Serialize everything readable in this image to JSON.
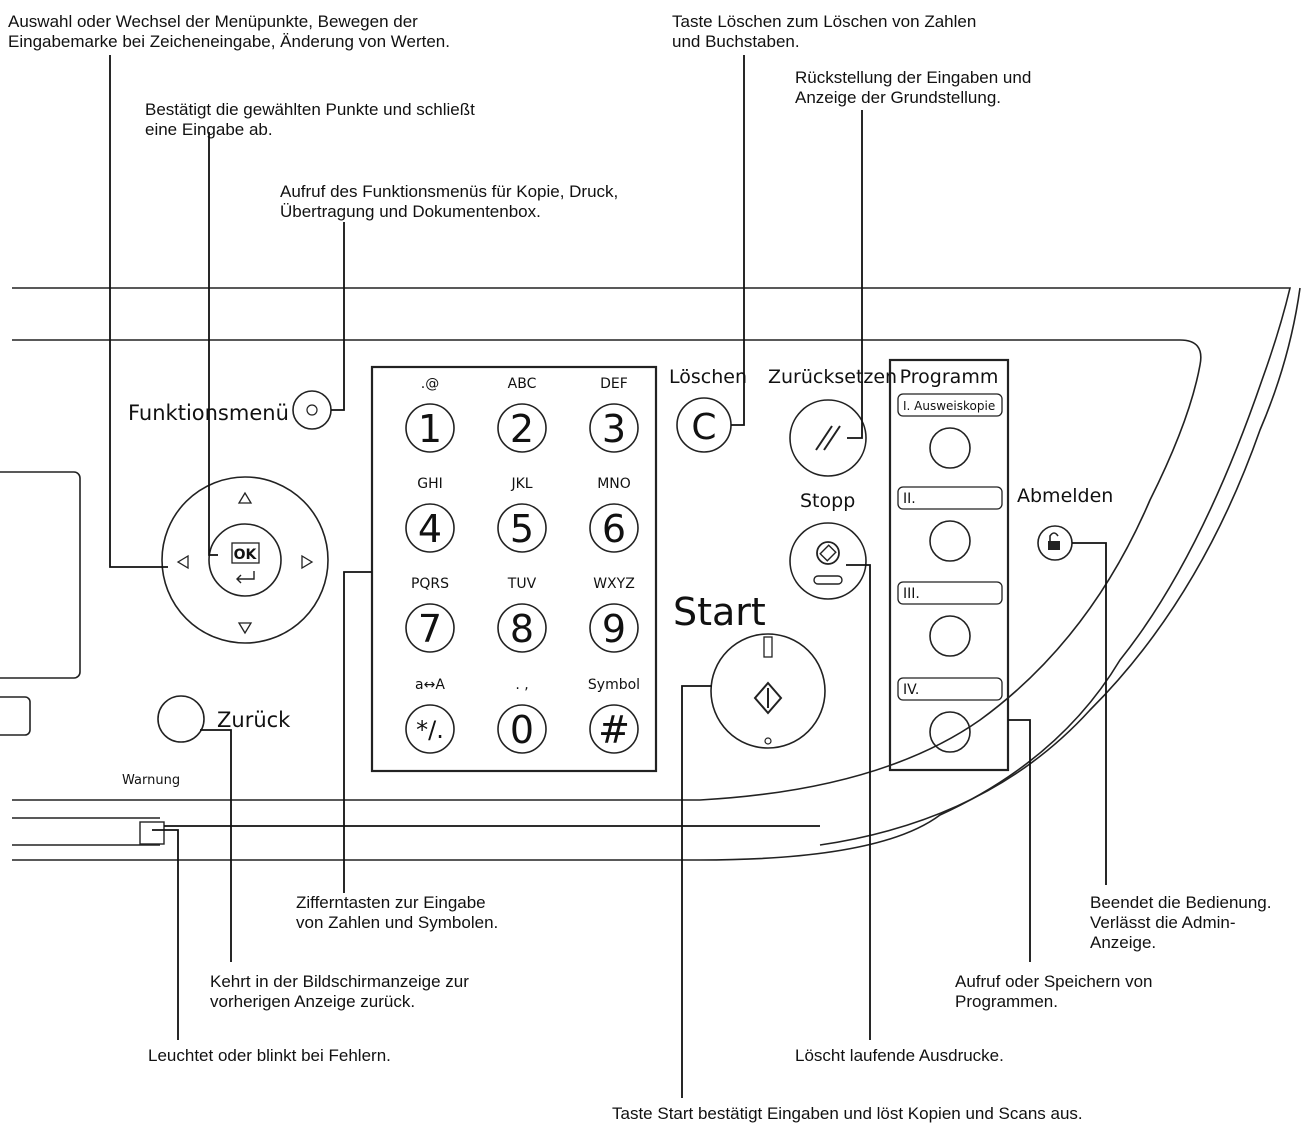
{
  "callouts": {
    "navigation": "Auswahl oder Wechsel der Menüpunkte, Bewegen der\nEingabemarke bei Zeicheneingabe, Änderung von Werten.",
    "ok": "Bestätigt die gewählten Punkte und schließt\neine Eingabe ab.",
    "function_menu": "Aufruf des Funktionsmenüs für Kopie, Druck,\nÜbertragung und Dokumentenbox.",
    "clear": "Taste Löschen zum Löschen von Zahlen\nund Buchstaben.",
    "reset": "Rückstellung der Eingaben und\nAnzeige der Grundstellung.",
    "numpad": "Zifferntasten zur Eingabe\nvon Zahlen und Symbolen.",
    "back": "Kehrt in der Bildschirmanzeige zur\nvorherigen Anzeige zurück.",
    "warning": "Leuchtet oder blinkt bei Fehlern.",
    "stop": "Löscht laufende Ausdrucke.",
    "start": "Taste Start bestätigt Eingaben und löst Kopien und Scans aus.",
    "program": "Aufruf oder Speichern von\nProgrammen.",
    "logout": "Beendet die Bedienung.\nVerlässt die Admin-\nAnzeige."
  },
  "panel": {
    "function_menu_label": "Funktionsmenü",
    "ok_label": "OK",
    "back_label": "Zurück",
    "warning_label": "Warnung",
    "clear_label": "Löschen",
    "clear_key": "C",
    "reset_label": "Zurücksetzen",
    "reset_key": "//",
    "stop_label": "Stopp",
    "start_label": "Start",
    "logout_label": "Abmelden",
    "program_title": "Programm",
    "programs": [
      "I. Ausweiskopie",
      "II.",
      "III.",
      "IV."
    ],
    "keys": [
      {
        "sub": ".@",
        "main": "1"
      },
      {
        "sub": "ABC",
        "main": "2"
      },
      {
        "sub": "DEF",
        "main": "3"
      },
      {
        "sub": "GHI",
        "main": "4"
      },
      {
        "sub": "JKL",
        "main": "5"
      },
      {
        "sub": "MNO",
        "main": "6"
      },
      {
        "sub": "PQRS",
        "main": "7"
      },
      {
        "sub": "TUV",
        "main": "8"
      },
      {
        "sub": "WXYZ",
        "main": "9"
      },
      {
        "sub": "a↔A",
        "main": "*/."
      },
      {
        "sub": ". ,",
        "main": "0"
      },
      {
        "sub": "Symbol",
        "main": "#"
      }
    ]
  }
}
